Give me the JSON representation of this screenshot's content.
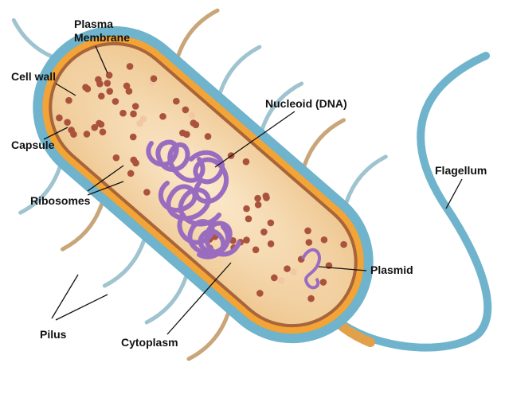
{
  "title": "Prokaryotic cell structure",
  "labels": {
    "plasma_membrane_1": "Plasma",
    "plasma_membrane_2": "Membrane",
    "cell_wall": "Cell wall",
    "capsule": "Capsule",
    "ribosomes": "Ribosomes",
    "nucleoid": "Nucleoid (DNA)",
    "flagellum": "Flagellum",
    "plasmid": "Plasmid",
    "pilus": "Pilus",
    "cytoplasm": "Cytoplasm"
  },
  "colors": {
    "capsule": "#6fb3cc",
    "cell_wall": "#f2a436",
    "membrane": "#a8643a",
    "cytoplasm": "#f6dcb2",
    "ribosome": "#a9533d",
    "dna": "#9a6cc0",
    "pili": "#9fc4cf"
  }
}
